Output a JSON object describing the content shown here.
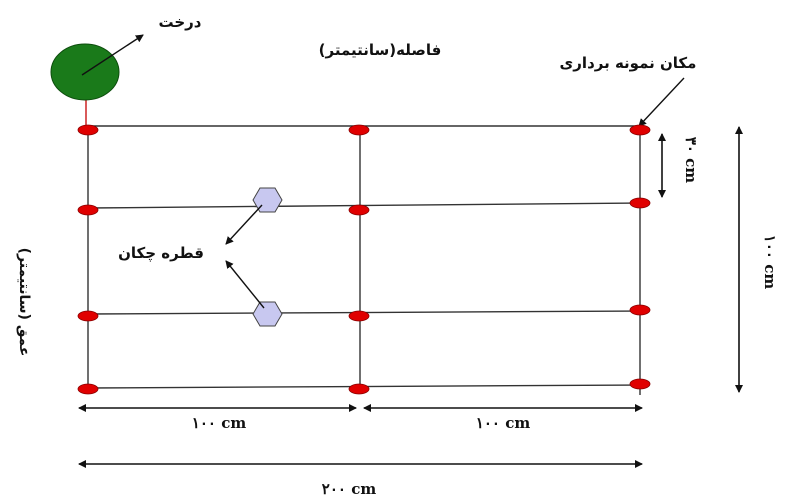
{
  "labels": {
    "tree": "درخت",
    "distance": "فاصله(سانتیمتر)",
    "sampling_location": "مکان نمونه برداری",
    "dripper": "قطره چکان",
    "depth": "عمق (سانتیمتر)",
    "dim_30": "۳۰ cm",
    "dim_100_vertical": "۱۰۰ cm",
    "dim_100_left": "۱۰۰ cm",
    "dim_100_right": "۱۰۰ cm",
    "dim_200": "۲۰۰ cm"
  },
  "colors": {
    "tree_fill": "#1a7a1a",
    "sample_point": "#e00000",
    "dripper_fill": "#c8c8f0",
    "line": "#333333"
  },
  "icons": {
    "tree": "tree-circle-icon",
    "sample_point": "sample-point-ellipse-icon",
    "dripper": "dripper-hexagon-icon"
  }
}
